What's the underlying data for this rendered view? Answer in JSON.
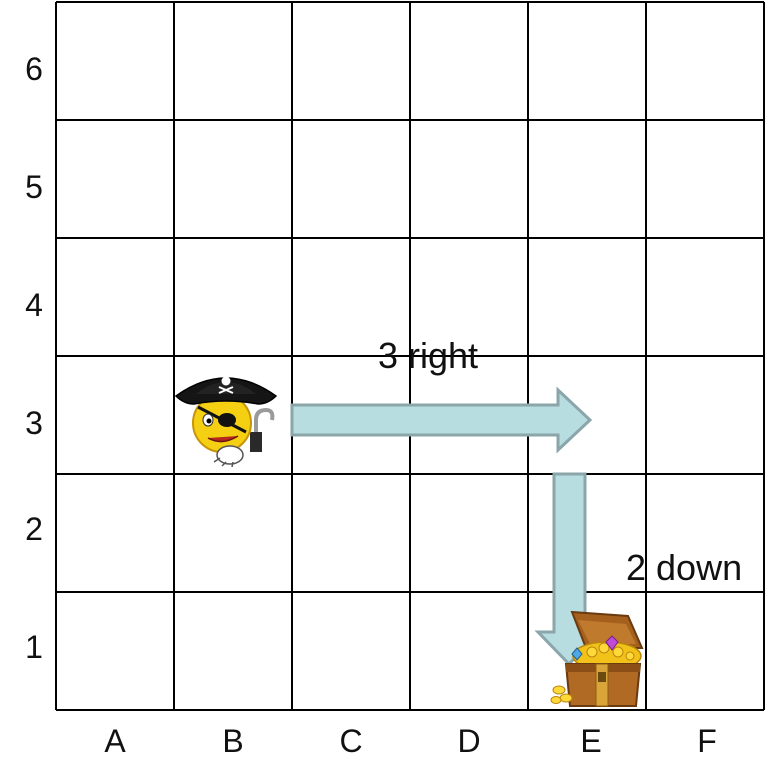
{
  "grid": {
    "columns": [
      "A",
      "B",
      "C",
      "D",
      "E",
      "F"
    ],
    "rows": [
      "1",
      "2",
      "3",
      "4",
      "5",
      "6"
    ]
  },
  "pirate": {
    "icon": "pirate-icon",
    "column": "B",
    "row": "3"
  },
  "treasure": {
    "icon": "treasure-chest-icon",
    "column": "E",
    "row": "1"
  },
  "moves": [
    {
      "label": "3 right",
      "direction": "right",
      "steps": 3
    },
    {
      "label": "2 down",
      "direction": "down",
      "steps": 2
    }
  ],
  "colors": {
    "arrow_fill": "#b7dde0",
    "arrow_stroke": "#8aa6aa",
    "grid_line": "#000000"
  }
}
